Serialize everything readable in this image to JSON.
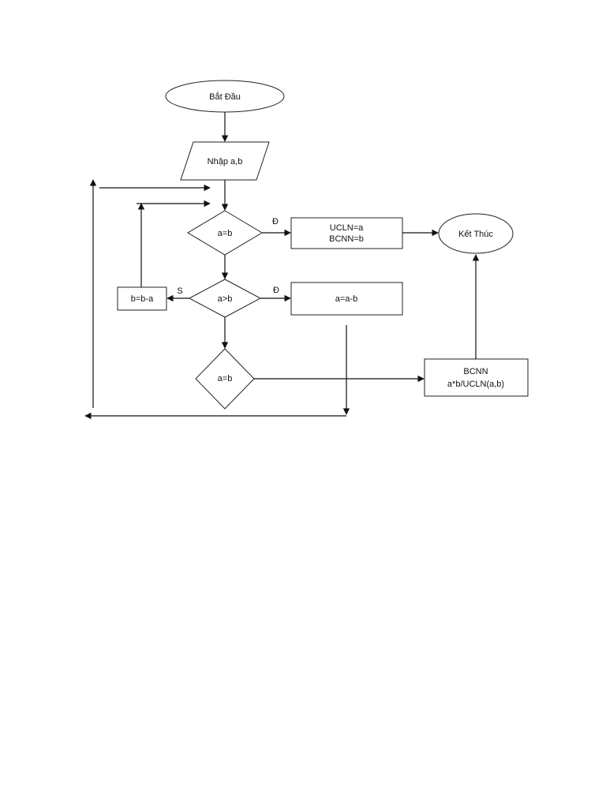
{
  "colors": {
    "stroke": "#222222",
    "fill": "#ffffff",
    "text": "#111111"
  },
  "nodes": {
    "start": {
      "label": "Bắt Đầu"
    },
    "input": {
      "label": "Nhập a,b"
    },
    "cond_equal": {
      "label": "a=b"
    },
    "result": {
      "line1": "UCLN=a",
      "line2": "BCNN=b"
    },
    "end": {
      "label": "Kết Thúc"
    },
    "cond_greater": {
      "label": "a>b"
    },
    "subtract_b": {
      "label": "b=b-a"
    },
    "subtract_a": {
      "label": "a=a-b"
    },
    "cond_equal_2": {
      "label": "a=b"
    },
    "lcm": {
      "line1": "BCNN",
      "line2": "a*b/UCLN(a,b)"
    }
  },
  "edge_labels": {
    "equal_yes": "Đ",
    "greater_yes": "Đ",
    "greater_no": "S"
  }
}
